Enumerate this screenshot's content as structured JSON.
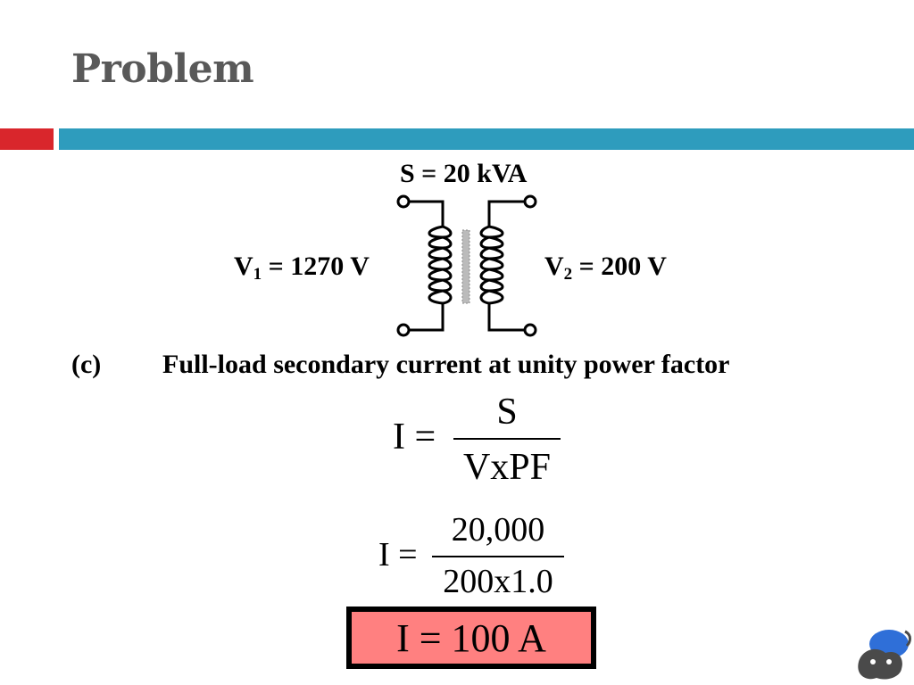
{
  "slide": {
    "title": "Problem",
    "colors": {
      "accent_red": "#d9262c",
      "accent_blue": "#2e9cbd",
      "title_gray": "#595959",
      "result_fill": "#ff8080"
    }
  },
  "diagram": {
    "power_label": "S = 20 kVA",
    "v1_symbol": "V",
    "v1_sub": "1",
    "v1_value": " = 1270 V",
    "v2_symbol": "V",
    "v2_sub": "2",
    "v2_value": " = 200 V",
    "icon": "transformer-icon"
  },
  "question": {
    "part_label": "(c)",
    "text": "Full-load secondary current at unity power factor"
  },
  "formula": {
    "lhs": "I =",
    "numerator": "S",
    "denominator": "VxPF"
  },
  "substitution": {
    "lhs": "I =",
    "numerator": "20,000",
    "denominator": "200x1.0"
  },
  "result": {
    "text": "I = 100 A"
  },
  "branding": {
    "icon": "mascot-logo-icon"
  }
}
